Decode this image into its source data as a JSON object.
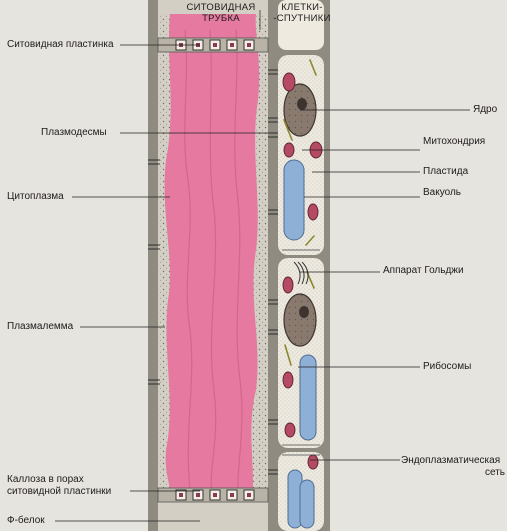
{
  "headers": {
    "sieve_tube_line1": "СИТОВИДНАЯ",
    "sieve_tube_line2": "ТРУБКА",
    "companion_line1": "КЛЕТКИ-",
    "companion_line2": "-СПУТНИКИ"
  },
  "left_labels": {
    "sieve_plate": "Ситовидная пластинка",
    "plasmodesmata": "Плазмодесмы",
    "cytoplasm": "Цитоплазма",
    "plasmalemma": "Плазмалемма",
    "callose_line1": "Каллоза в порах",
    "callose_line2": "ситовидной пластинки",
    "f_protein": "Ф-белок"
  },
  "right_labels": {
    "nucleus": "Ядро",
    "mitochondria": "Митохондрия",
    "plastid": "Пластида",
    "vacuole": "Вакуоль",
    "golgi": "Аппарат Гольджи",
    "ribosomes": "Рибосомы",
    "er_line1": "Эндоплазматическая",
    "er_line2": "сеть"
  },
  "colors": {
    "sieve_tube_fill": "#e5799f",
    "cell_wall": "#8f8b80",
    "companion_cytoplasm": "#eeeae0",
    "vacuole": "#8fb0d6",
    "nucleus": "#8a7a6e",
    "mitochondria": "#b44a63",
    "plastid": "#d9d24e"
  }
}
